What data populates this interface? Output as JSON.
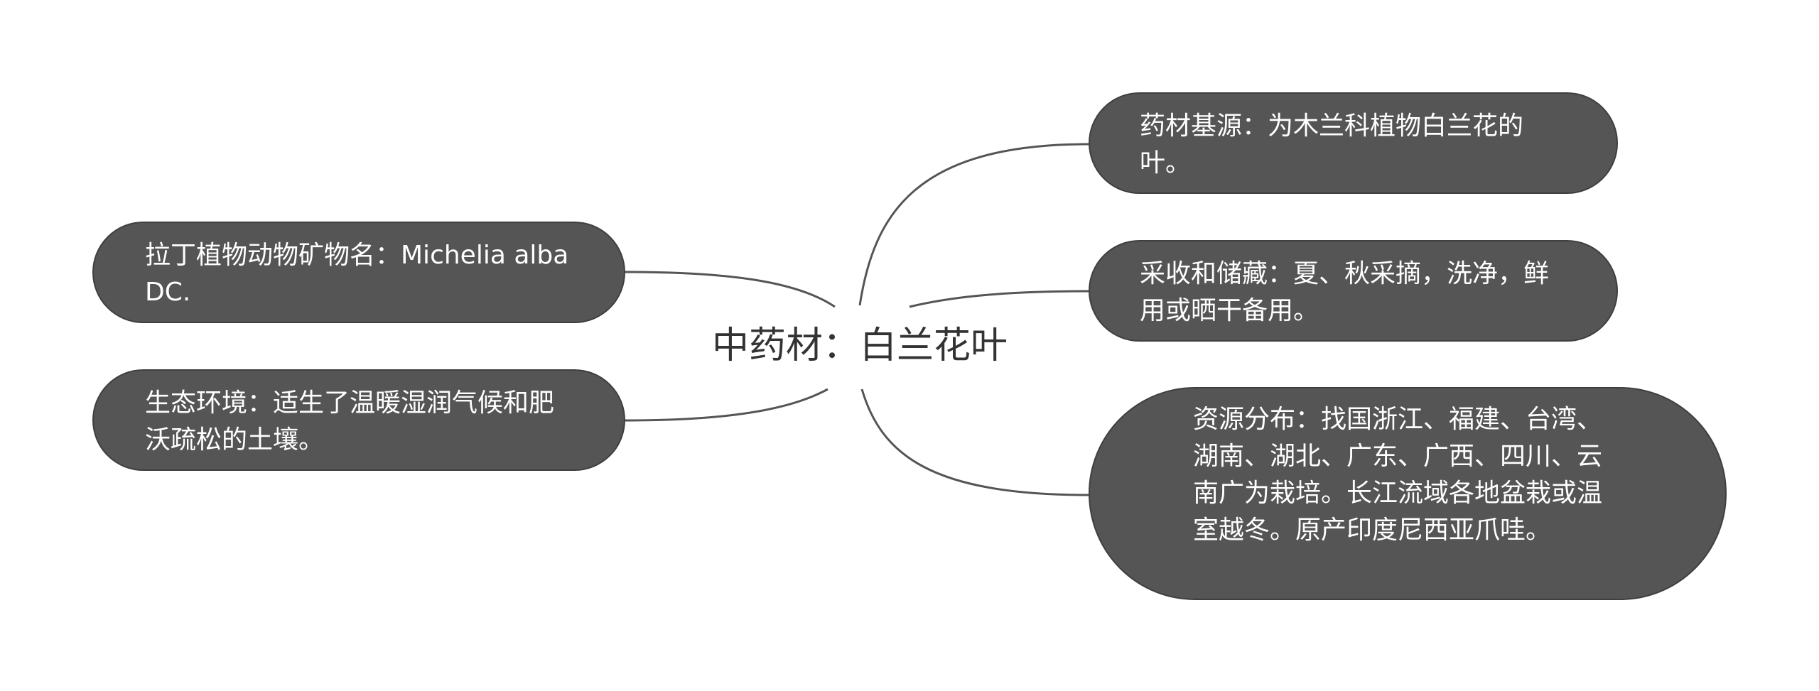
{
  "diagram": {
    "type": "mind-map",
    "colors": {
      "node_fill": "#555555",
      "node_border": "#3f3f3f",
      "node_text": "#ffffff",
      "root_text": "#333333",
      "link": "#555555",
      "background": "#ffffff"
    },
    "root": {
      "label": "中药材：白兰花叶"
    },
    "right_branches": [
      {
        "id": "basis",
        "label": "药材基源：为木兰科植物白兰花的叶。"
      },
      {
        "id": "harvest",
        "label": "采收和储藏：夏、秋采摘，洗净，鲜用或晒干备用。"
      },
      {
        "id": "distribution",
        "label": "资源分布：找国浙江、福建、台湾、湖南、湖北、广东、广西、四川、云南广为栽培。长江流域各地盆栽或温室越冬。原产印度尼西亚爪哇。"
      }
    ],
    "left_branches": [
      {
        "id": "latin",
        "label": "拉丁植物动物矿物名：Michelia alba DC."
      },
      {
        "id": "ecology",
        "label": "生态环境：适生了温暖湿润气候和肥沃疏松的土壤。"
      }
    ]
  }
}
